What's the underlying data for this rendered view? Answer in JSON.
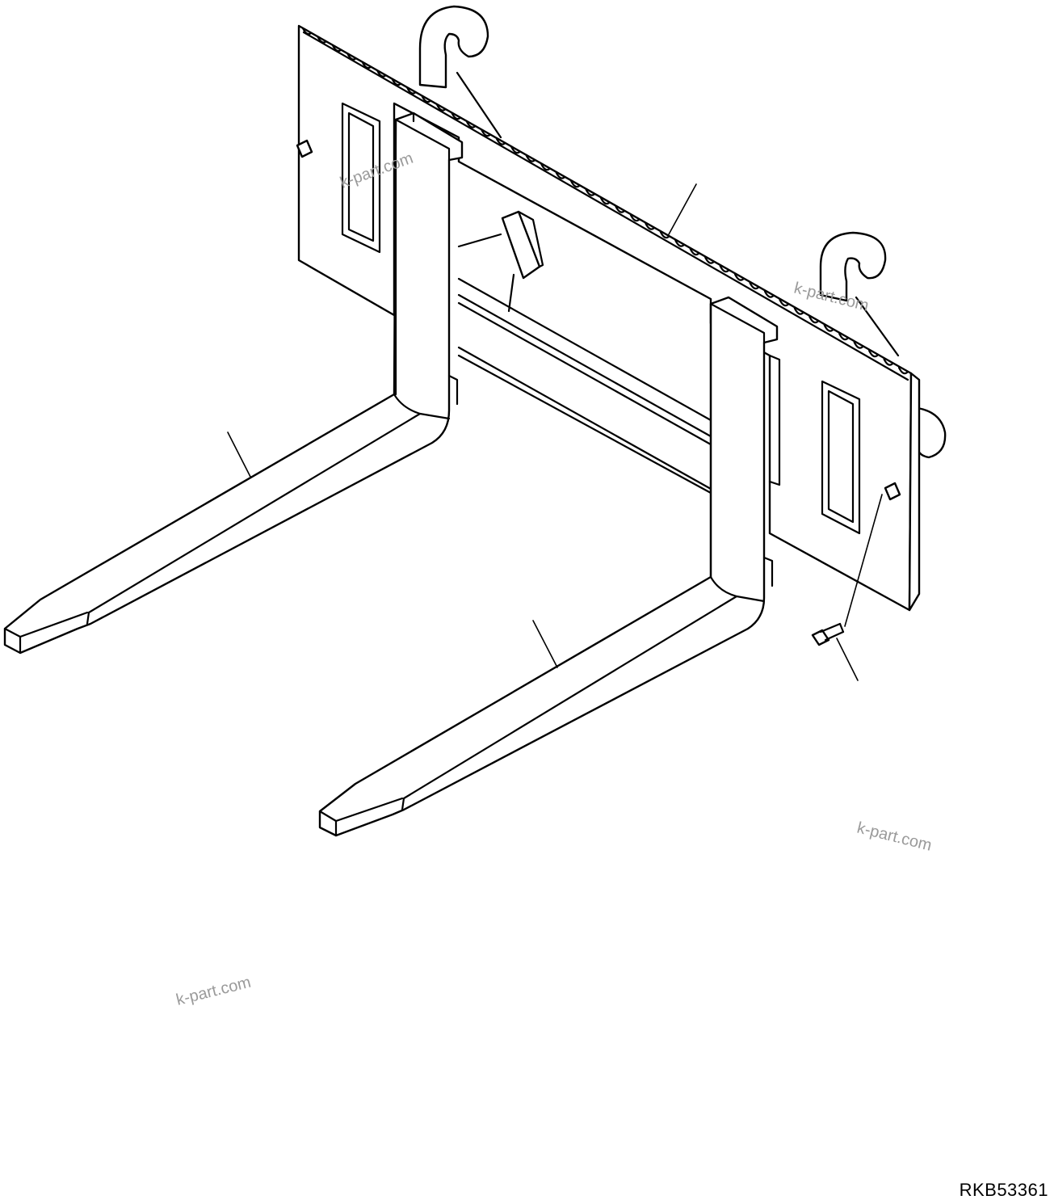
{
  "drawing": {
    "code": "RKB53361",
    "watermark_text": "k-part.com",
    "line_color": "#000000",
    "watermark_color": "#9a9a9a",
    "background_color": "#ffffff"
  },
  "parts": [
    {
      "name": "fork-carriage-frame"
    },
    {
      "name": "hook-left"
    },
    {
      "name": "hook-right"
    },
    {
      "name": "fork-left"
    },
    {
      "name": "fork-right"
    },
    {
      "name": "bolt"
    }
  ]
}
